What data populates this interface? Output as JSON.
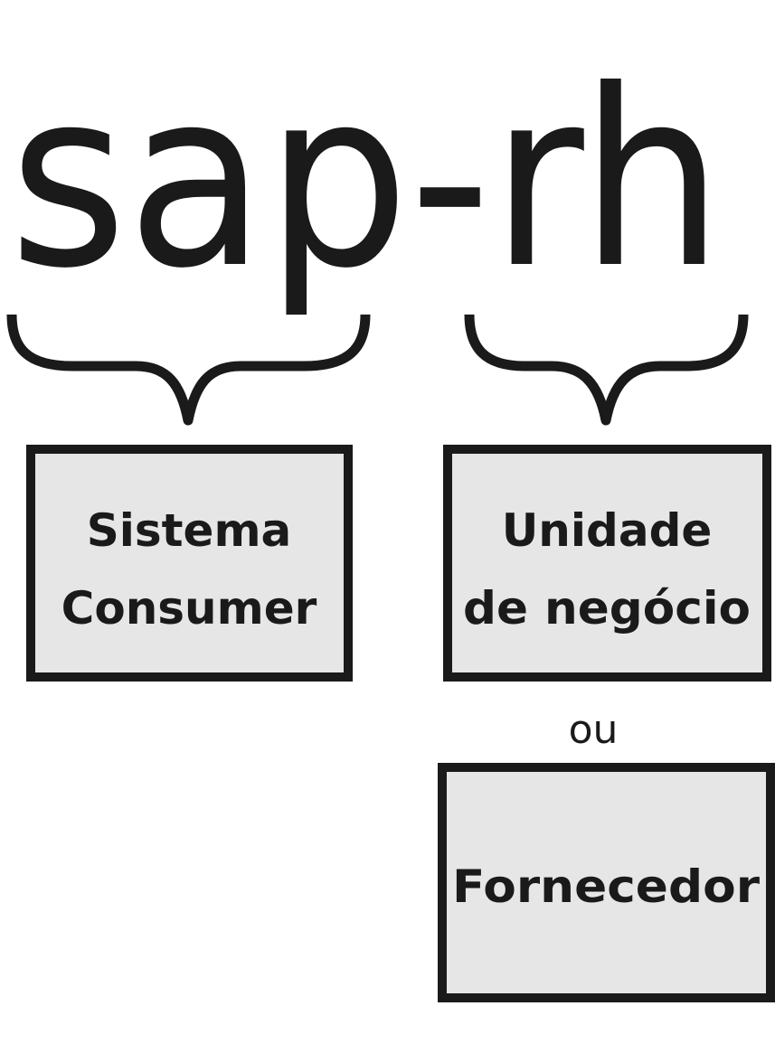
{
  "title": "sap-rh",
  "parts": [
    {
      "lines": [
        "Sistema",
        "Consumer"
      ]
    },
    {
      "lines": [
        "Unidade",
        "de negócio"
      ]
    }
  ],
  "separator": "ou",
  "alternative": {
    "lines": [
      "Fornecedor"
    ]
  },
  "colors": {
    "ink": "#1a1a1a",
    "box_fill": "#e6e6e6",
    "background": "#ffffff"
  }
}
